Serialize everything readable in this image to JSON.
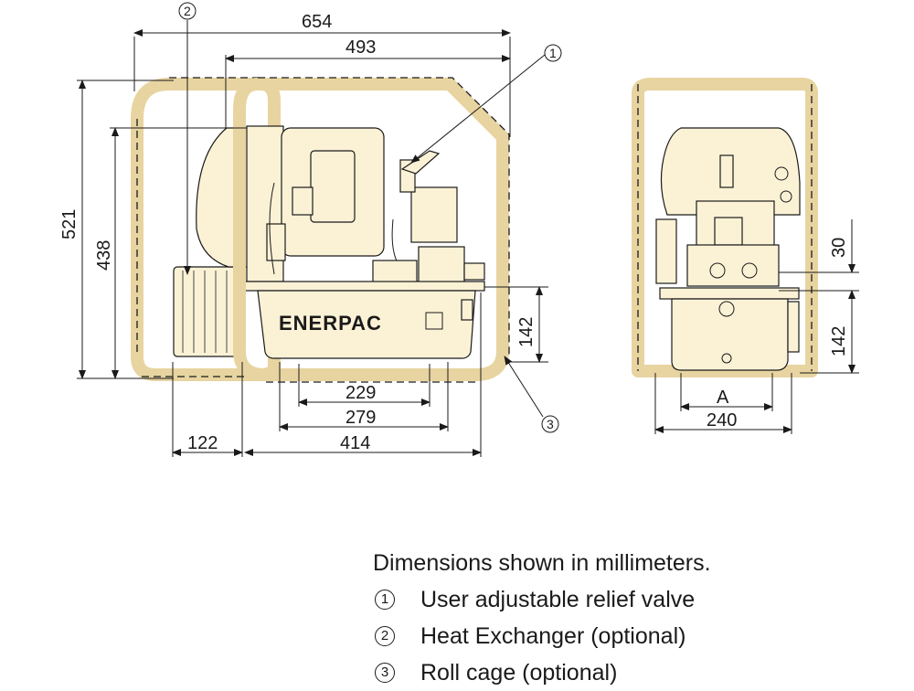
{
  "dimensions": {
    "overall_width": "654",
    "cage_width": "493",
    "overall_height": "521",
    "cage_height": "438",
    "side_height": "142",
    "inner_base": "229",
    "outer_base": "279",
    "heat_exchanger_depth": "122",
    "body_length": "414",
    "side_top_offset": "30",
    "side_right_height": "142",
    "side_a": "A",
    "side_width": "240"
  },
  "callouts": {
    "one": "1",
    "two": "2",
    "three": "3"
  },
  "brand": "ENERPAC",
  "legend": {
    "note": "Dimensions shown in millimeters.",
    "items": [
      {
        "num": "1",
        "label": "User adjustable relief valve"
      },
      {
        "num": "2",
        "label": "Heat Exchanger (optional)"
      },
      {
        "num": "3",
        "label": "Roll cage (optional)"
      }
    ]
  },
  "colors": {
    "body_fill": "#fbf2d6",
    "cage_fill": "#e8d4a0",
    "ink": "#1a1a1a"
  }
}
